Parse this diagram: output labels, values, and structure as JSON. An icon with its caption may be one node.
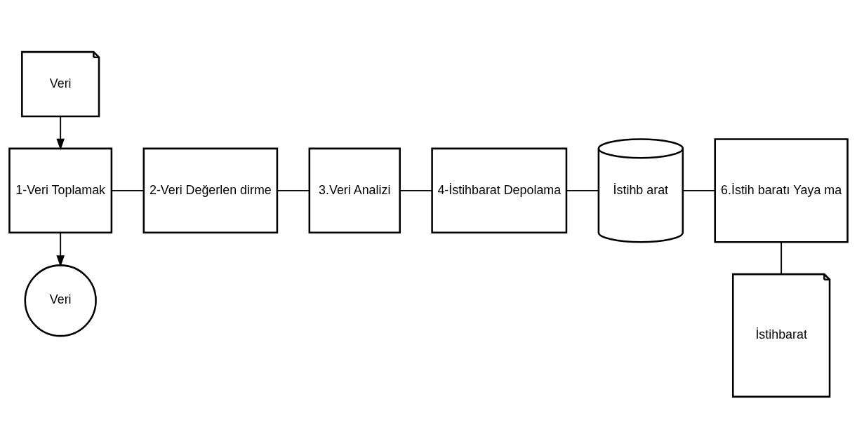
{
  "diagram": {
    "nodes": [
      {
        "text": [
          "Veri"
        ]
      },
      {
        "text": [
          "1-Veri Toplamak"
        ]
      },
      {
        "text": [
          "2-Veri Değerlen dirme"
        ]
      },
      {
        "text": [
          "3.Veri Analizi"
        ]
      },
      {
        "text": [
          "4-İstihbarat Depolama"
        ]
      },
      {
        "text": [
          "İstihb arat"
        ]
      },
      {
        "text": [
          "6.İstih baratı Yaya ma"
        ]
      },
      {
        "text": [
          "Veri"
        ]
      },
      {
        "text": [
          "İstihbarat"
        ]
      }
    ],
    "edges": [
      {
        "from": 0,
        "to": 1,
        "arrow": "to"
      },
      {
        "from": 1,
        "to": 7,
        "arrow": "to"
      },
      {
        "from": 1,
        "to": 2,
        "arrow": "none"
      },
      {
        "from": 2,
        "to": 3,
        "arrow": "none"
      },
      {
        "from": 3,
        "to": 4,
        "arrow": "none"
      },
      {
        "from": 4,
        "to": 5,
        "arrow": "none"
      },
      {
        "from": 5,
        "to": 6,
        "arrow": "none"
      },
      {
        "from": 6,
        "to": 8,
        "arrow": "none"
      }
    ]
  }
}
